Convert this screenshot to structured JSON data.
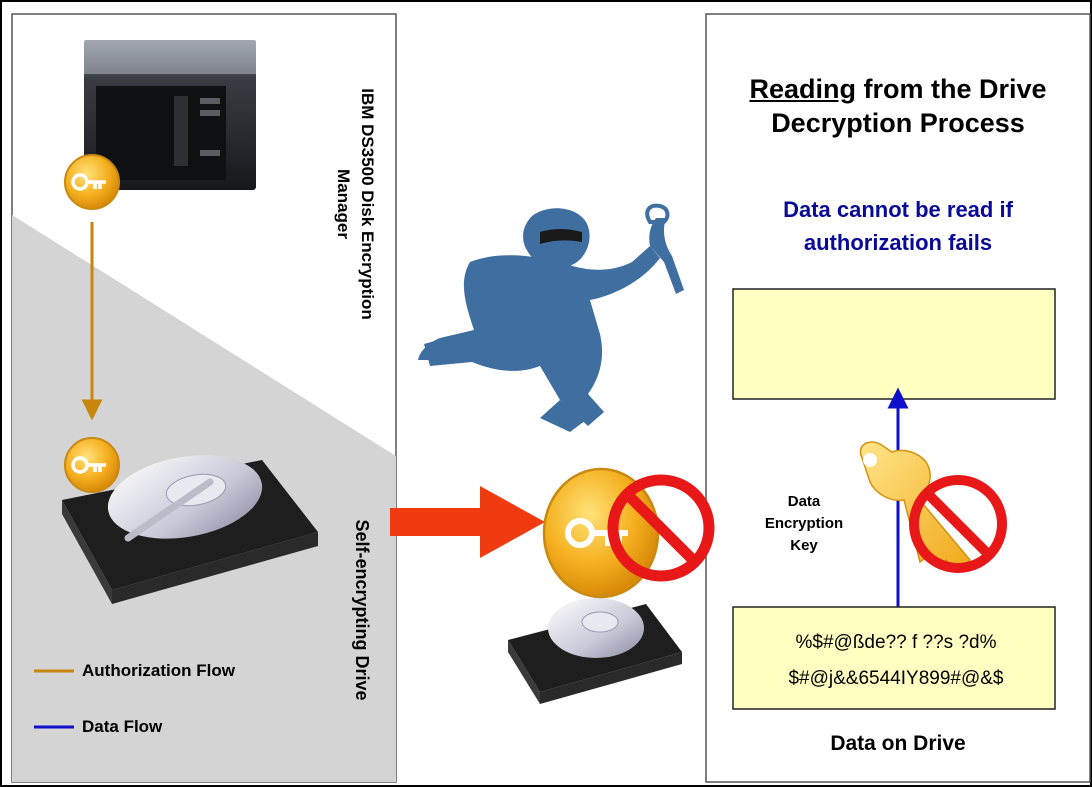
{
  "labels": {
    "manager_line1": "IBM DS3500 Disk Encryption",
    "manager_line2": "Manager",
    "drive": "Self-encrypting Drive",
    "title_word": "Reading",
    "title_rest": " from the Drive",
    "title_line2": "Decryption Process",
    "warning_line1": "Data cannot be read if",
    "warning_line2": "authorization fails",
    "dek_line1": "Data",
    "dek_line2": "Encryption",
    "dek_line3": "Key",
    "cipher_line1": "%$#@ßde?? f ??s ?d%",
    "cipher_line2": "$#@j&&6544IY899#@&$",
    "data_on_drive": "Data on Drive"
  },
  "legend": [
    {
      "label": "Authorization Flow",
      "color": "#c8860e"
    },
    {
      "label": "Data Flow",
      "color": "#1010cc"
    }
  ],
  "colors": {
    "auth_flow": "#c8860e",
    "data_flow": "#1010cc",
    "key_coin": "#f5b020",
    "thief": "#3f6fa0",
    "red_arrow": "#f03a10",
    "panel_gray": "#d4d4d4",
    "note_yellow": "#ffffc2"
  },
  "icons": [
    "server-icon",
    "key-coin-icon",
    "hard-drive-icon",
    "thief-icon",
    "prohibited-icon",
    "key-icon"
  ]
}
